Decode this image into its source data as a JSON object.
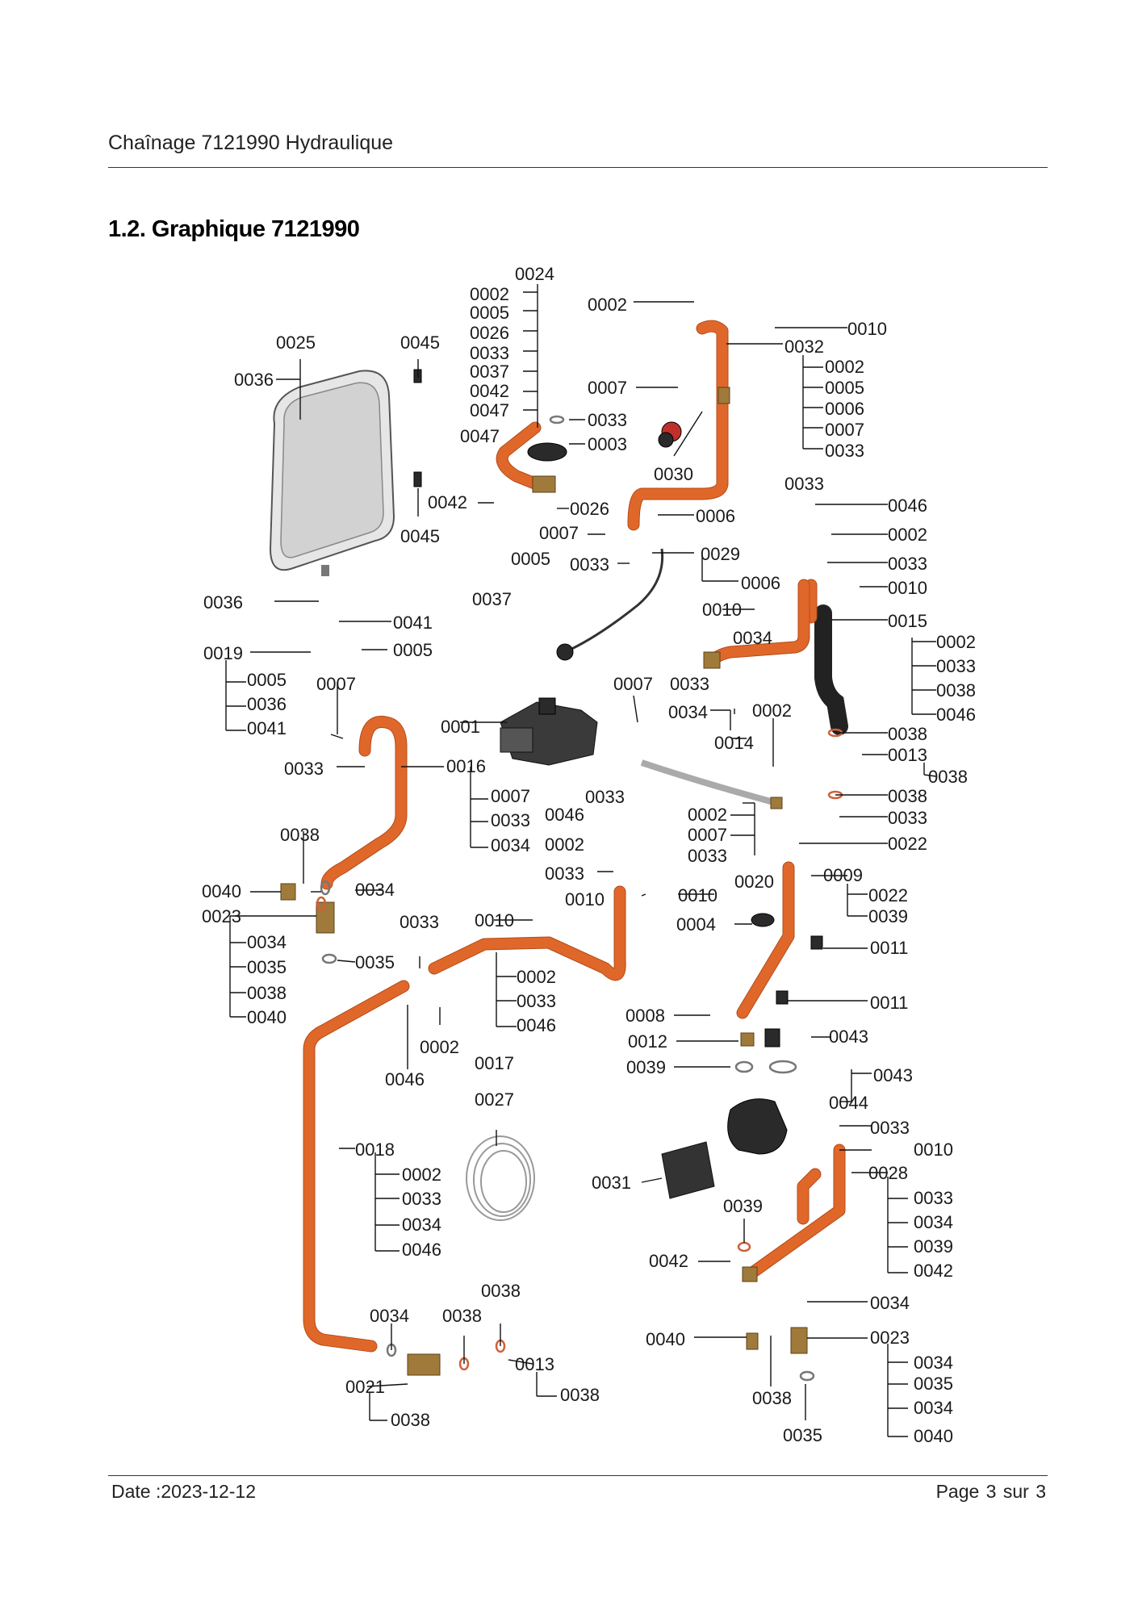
{
  "header": {
    "title": "Chaînage 7121990 Hydraulique"
  },
  "section": {
    "title": "1.2. Graphique 7121990"
  },
  "footer": {
    "date": "Date :2023-12-12",
    "page": "Page 3 sur  3"
  },
  "labels": [
    {
      "id": "l1",
      "text": "0024"
    },
    {
      "id": "l2",
      "text": "0002"
    },
    {
      "id": "l3",
      "text": "0005"
    },
    {
      "id": "l4",
      "text": "0026"
    },
    {
      "id": "l5",
      "text": "0033"
    },
    {
      "id": "l6",
      "text": "0037"
    },
    {
      "id": "l7",
      "text": "0042"
    },
    {
      "id": "l8",
      "text": "0047"
    },
    {
      "id": "l9",
      "text": "0002"
    },
    {
      "id": "l10",
      "text": "0010"
    },
    {
      "id": "l11",
      "text": "0032"
    },
    {
      "id": "l12",
      "text": "0002"
    },
    {
      "id": "l13",
      "text": "0005"
    },
    {
      "id": "l14",
      "text": "0006"
    },
    {
      "id": "l15",
      "text": "0007"
    },
    {
      "id": "l16",
      "text": "0033"
    },
    {
      "id": "l17",
      "text": "0025"
    },
    {
      "id": "l18",
      "text": "0045"
    },
    {
      "id": "l19",
      "text": "0036"
    },
    {
      "id": "l20",
      "text": "0007"
    },
    {
      "id": "l21",
      "text": "0033"
    },
    {
      "id": "l22",
      "text": "0003"
    },
    {
      "id": "l23",
      "text": "0047"
    },
    {
      "id": "l24",
      "text": "0030"
    },
    {
      "id": "l25",
      "text": "0042"
    },
    {
      "id": "l26",
      "text": "0026"
    },
    {
      "id": "l27",
      "text": "0045"
    },
    {
      "id": "l28",
      "text": "0007"
    },
    {
      "id": "l29",
      "text": "0006"
    },
    {
      "id": "l30",
      "text": "0005"
    },
    {
      "id": "l31",
      "text": "0033"
    },
    {
      "id": "l32",
      "text": "0029"
    },
    {
      "id": "l33",
      "text": "0037"
    },
    {
      "id": "l34",
      "text": "0033"
    },
    {
      "id": "l35",
      "text": "0046"
    },
    {
      "id": "l36",
      "text": "0002"
    },
    {
      "id": "l37",
      "text": "0033"
    },
    {
      "id": "l38",
      "text": "0006"
    },
    {
      "id": "l39",
      "text": "0010"
    },
    {
      "id": "l40",
      "text": "0036"
    },
    {
      "id": "l41",
      "text": "0041"
    },
    {
      "id": "l42",
      "text": "0010"
    },
    {
      "id": "l43",
      "text": "0015"
    },
    {
      "id": "l44",
      "text": "0019"
    },
    {
      "id": "l45",
      "text": "0005"
    },
    {
      "id": "l46",
      "text": "0034"
    },
    {
      "id": "l47",
      "text": "0002"
    },
    {
      "id": "l48",
      "text": "0005"
    },
    {
      "id": "l49",
      "text": "0007"
    },
    {
      "id": "l50",
      "text": "0033"
    },
    {
      "id": "l51",
      "text": "0036"
    },
    {
      "id": "l52",
      "text": "0007"
    },
    {
      "id": "l53",
      "text": "0033"
    },
    {
      "id": "l54",
      "text": "0038"
    },
    {
      "id": "l55",
      "text": "0041"
    },
    {
      "id": "l56",
      "text": "0001"
    },
    {
      "id": "l57",
      "text": "0034"
    },
    {
      "id": "l58",
      "text": "0002"
    },
    {
      "id": "l59",
      "text": "0046"
    },
    {
      "id": "l60",
      "text": "0014"
    },
    {
      "id": "l61",
      "text": "0038"
    },
    {
      "id": "l62",
      "text": "0033"
    },
    {
      "id": "l63",
      "text": "0016"
    },
    {
      "id": "l64",
      "text": "0013"
    },
    {
      "id": "l65",
      "text": "0038"
    },
    {
      "id": "l66",
      "text": "0007"
    },
    {
      "id": "l67",
      "text": "0033"
    },
    {
      "id": "l68",
      "text": "0038"
    },
    {
      "id": "l69",
      "text": "0033"
    },
    {
      "id": "l70",
      "text": "0046"
    },
    {
      "id": "l71",
      "text": "0002"
    },
    {
      "id": "l72",
      "text": "0033"
    },
    {
      "id": "l73",
      "text": "0034"
    },
    {
      "id": "l74",
      "text": "0002"
    },
    {
      "id": "l75",
      "text": "0007"
    },
    {
      "id": "l76",
      "text": "0022"
    },
    {
      "id": "l77",
      "text": "0038"
    },
    {
      "id": "l78",
      "text": "0033"
    },
    {
      "id": "l79",
      "text": "0033"
    },
    {
      "id": "l80",
      "text": "0009"
    },
    {
      "id": "l81",
      "text": "0040"
    },
    {
      "id": "l82",
      "text": "0034"
    },
    {
      "id": "l83",
      "text": "0020"
    },
    {
      "id": "l84",
      "text": "0022"
    },
    {
      "id": "l85",
      "text": "0023"
    },
    {
      "id": "l86",
      "text": "0010"
    },
    {
      "id": "l87",
      "text": "0010"
    },
    {
      "id": "l88",
      "text": "0039"
    },
    {
      "id": "l89",
      "text": "0034"
    },
    {
      "id": "l90",
      "text": "0033"
    },
    {
      "id": "l91",
      "text": "0010"
    },
    {
      "id": "l92",
      "text": "0004"
    },
    {
      "id": "l93",
      "text": "0011"
    },
    {
      "id": "l94",
      "text": "0035"
    },
    {
      "id": "l95",
      "text": "0035"
    },
    {
      "id": "l96",
      "text": "0038"
    },
    {
      "id": "l97",
      "text": "0002"
    },
    {
      "id": "l98",
      "text": "0040"
    },
    {
      "id": "l99",
      "text": "0033"
    },
    {
      "id": "l100",
      "text": "0011"
    },
    {
      "id": "l101",
      "text": "0046"
    },
    {
      "id": "l102",
      "text": "0008"
    },
    {
      "id": "l103",
      "text": "0002"
    },
    {
      "id": "l104",
      "text": "0012"
    },
    {
      "id": "l105",
      "text": "0043"
    },
    {
      "id": "l106",
      "text": "0017"
    },
    {
      "id": "l107",
      "text": "0039"
    },
    {
      "id": "l108",
      "text": "0046"
    },
    {
      "id": "l109",
      "text": "0043"
    },
    {
      "id": "l110",
      "text": "0027"
    },
    {
      "id": "l111",
      "text": "0044"
    },
    {
      "id": "l112",
      "text": "0033"
    },
    {
      "id": "l113",
      "text": "0018"
    },
    {
      "id": "l114",
      "text": "0010"
    },
    {
      "id": "l115",
      "text": "0002"
    },
    {
      "id": "l116",
      "text": "0028"
    },
    {
      "id": "l117",
      "text": "0033"
    },
    {
      "id": "l118",
      "text": "0031"
    },
    {
      "id": "l119",
      "text": "0033"
    },
    {
      "id": "l120",
      "text": "0034"
    },
    {
      "id": "l121",
      "text": "0039"
    },
    {
      "id": "l122",
      "text": "0034"
    },
    {
      "id": "l123",
      "text": "0039"
    },
    {
      "id": "l124",
      "text": "0046"
    },
    {
      "id": "l125",
      "text": "0042"
    },
    {
      "id": "l126",
      "text": "0042"
    },
    {
      "id": "l127",
      "text": "0038"
    },
    {
      "id": "l128",
      "text": "0034"
    },
    {
      "id": "l129",
      "text": "0034"
    },
    {
      "id": "l130",
      "text": "0038"
    },
    {
      "id": "l131",
      "text": "0040"
    },
    {
      "id": "l132",
      "text": "0023"
    },
    {
      "id": "l133",
      "text": "0013"
    },
    {
      "id": "l134",
      "text": "0034"
    },
    {
      "id": "l135",
      "text": "0021"
    },
    {
      "id": "l136",
      "text": "0038"
    },
    {
      "id": "l137",
      "text": "0035"
    },
    {
      "id": "l138",
      "text": "0038"
    },
    {
      "id": "l139",
      "text": "0034"
    },
    {
      "id": "l140",
      "text": "0038"
    },
    {
      "id": "l141",
      "text": "0040"
    },
    {
      "id": "l142",
      "text": "0035"
    }
  ]
}
